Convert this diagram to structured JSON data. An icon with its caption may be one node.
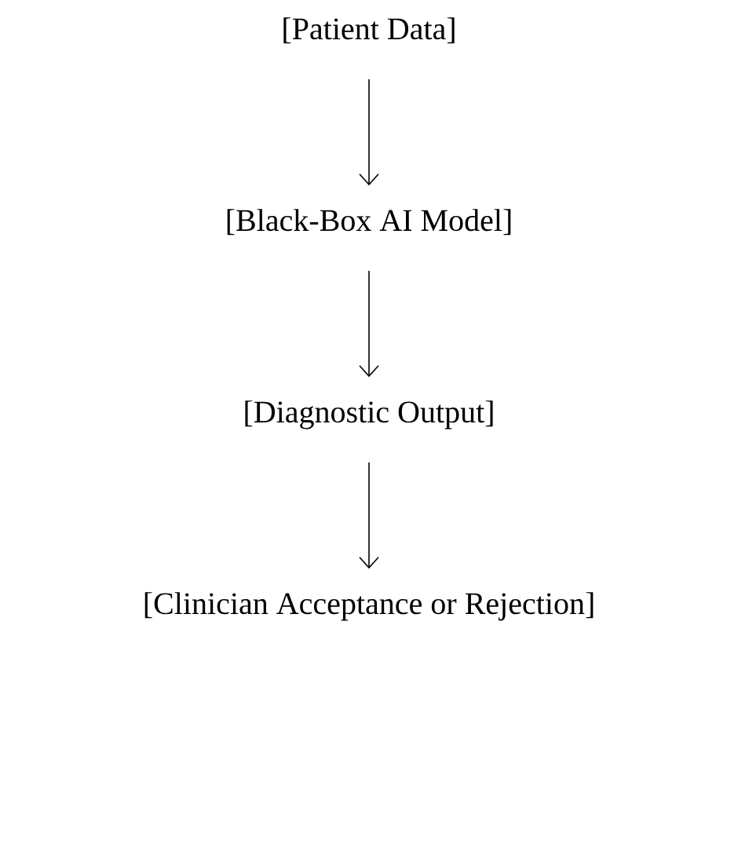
{
  "diagram": {
    "nodes": [
      {
        "text": [
          "[Patient Data]"
        ]
      },
      {
        "text": [
          "[Black-Box AI Model]"
        ]
      },
      {
        "text": [
          "[Diagnostic Output]"
        ]
      },
      {
        "text": [
          "[Clinician Acceptance or Rejection]"
        ]
      }
    ],
    "edges": [
      {
        "from": 0,
        "to": 1,
        "arrow": "to"
      },
      {
        "from": 1,
        "to": 2,
        "arrow": "to"
      },
      {
        "from": 2,
        "to": 3,
        "arrow": "to"
      }
    ]
  }
}
